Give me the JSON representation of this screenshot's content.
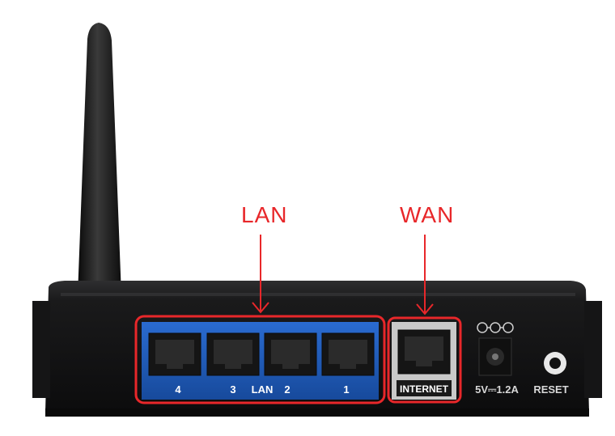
{
  "annotations": {
    "lan_label": "LAN",
    "wan_label": "WAN",
    "color": "#e8272a"
  },
  "router": {
    "lan_ports": [
      "4",
      "3",
      "2",
      "1"
    ],
    "lan_group_label": "LAN",
    "internet_label": "INTERNET",
    "power_label": "5V⎓1.2A",
    "reset_label": "RESET",
    "lan_panel_color": "#1f5bb5",
    "body_color": "#1c1c1e"
  }
}
